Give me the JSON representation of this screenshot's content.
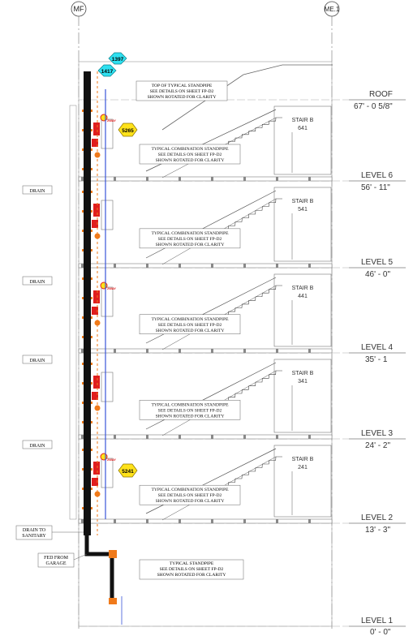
{
  "grid_markers": [
    {
      "label": "MF",
      "name": "grid-marker-mf"
    },
    {
      "label": "ME.1",
      "name": "grid-marker-me1"
    }
  ],
  "levels": [
    {
      "name": "ROOF",
      "elevation": "67' - 0 5/8\""
    },
    {
      "name": "LEVEL 6",
      "elevation": "56' - 11\""
    },
    {
      "name": "LEVEL 5",
      "elevation": "46' - 0\""
    },
    {
      "name": "LEVEL 4",
      "elevation": "35' - 1"
    },
    {
      "name": "LEVEL 3",
      "elevation": "24' - 2\""
    },
    {
      "name": "LEVEL 2",
      "elevation": "13' - 3\""
    },
    {
      "name": "LEVEL 1",
      "elevation": "0' - 0\""
    }
  ],
  "stairs": [
    {
      "name": "STAIR B",
      "room": "641"
    },
    {
      "name": "STAIR B",
      "room": "541"
    },
    {
      "name": "STAIR B",
      "room": "441"
    },
    {
      "name": "STAIR B",
      "room": "341"
    },
    {
      "name": "STAIR B",
      "room": "241"
    }
  ],
  "notes": {
    "top_standpipe": [
      "TOP OF TYPICAL STANDPIPE",
      "SEE DETAILS ON SHEET FP-D2",
      "SHOWN ROTATED FOR CLARITY"
    ],
    "combination": [
      "TYPICAL COMBINATION STANDPIPE",
      "SEE DETAILS ON SHEET FP-D2",
      "SHOWN ROTATED FOR CLARITY"
    ],
    "typical_standpipe": [
      "TYPICAL STANDPIPE",
      "SEE DETAILS ON SHEET FP-D2",
      "SHOWN ROTATED FOR CLARITY"
    ]
  },
  "drain_labels": [
    "DRAIN",
    "DRAIN",
    "DRAIN",
    "DRAIN"
  ],
  "drain_sanitary": [
    "DRAIN TO",
    "SANITARY"
  ],
  "fed_from": [
    "FED FROM",
    "GARAGE"
  ],
  "tags": {
    "hex_cyan": [
      "1397",
      "1417"
    ],
    "hex_yellow": [
      "5265",
      "5241"
    ],
    "fdc": "2WAY"
  },
  "colors": {
    "standpipe": "#111111",
    "blue_pipe": "#3a55d8",
    "orange": "#f07a1a",
    "red": "#e01e1e",
    "cyan_tag": "#2fe0f0",
    "yellow_tag": "#ffe21a",
    "line": "#555555"
  }
}
